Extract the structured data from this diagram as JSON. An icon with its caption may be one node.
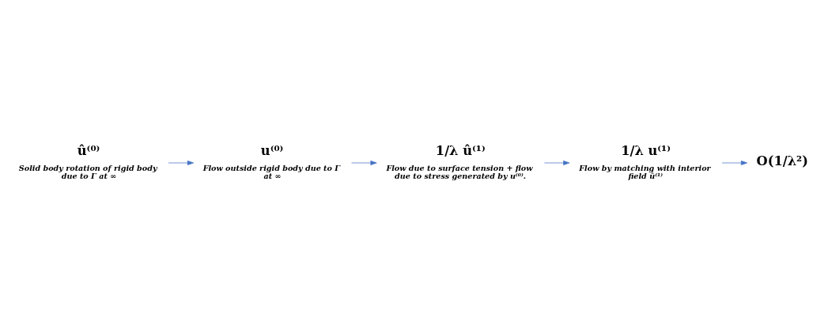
{
  "diagram": {
    "nodes": [
      {
        "text": [
          "û⁽⁰⁾",
          "Solid body rotation of rigid body due to Γ at ∞"
        ]
      },
      {
        "text": [
          "u⁽⁰⁾",
          "Flow outside rigid body due to Γ at ∞"
        ]
      },
      {
        "text": [
          "1/λ û⁽¹⁾",
          "Flow due to surface tension + flow due to stress generated by u⁽⁰⁾."
        ]
      },
      {
        "text": [
          "1/λ u⁽¹⁾",
          "Flow by matching with interior field û⁽¹⁾"
        ]
      },
      {
        "text": [
          "O(1/λ²)"
        ]
      }
    ],
    "edges": [
      {
        "from": 0,
        "to": 1,
        "arrow": "to"
      },
      {
        "from": 1,
        "to": 2,
        "arrow": "to"
      },
      {
        "from": 2,
        "to": 3,
        "arrow": "to"
      },
      {
        "from": 3,
        "to": 4,
        "arrow": "to"
      }
    ]
  }
}
